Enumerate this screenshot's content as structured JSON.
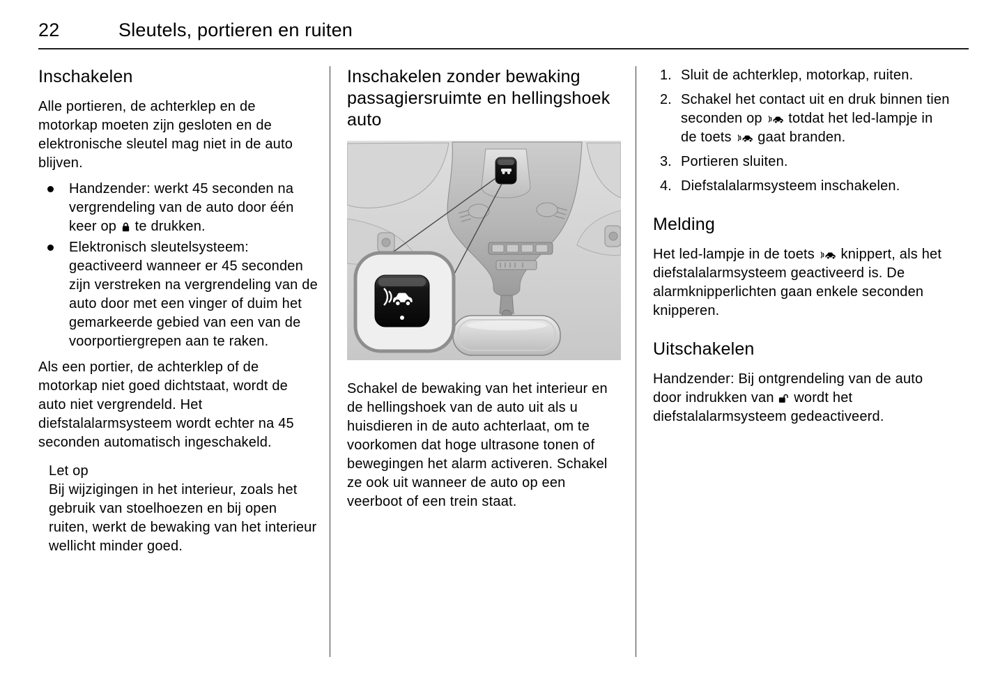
{
  "page": {
    "number": "22",
    "title": "Sleutels, portieren en ruiten"
  },
  "columns": {
    "left": {
      "heading": "Inschakelen",
      "intro": "Alle portieren, de achterklep en de motorkap moeten zijn gesloten en de elektronische sleutel mag niet in de auto blijven.",
      "bullets": [
        {
          "segments": [
            {
              "t": "Handzender: werkt 45 seconden na vergrendeling van de auto door één keer op "
            },
            {
              "icon": "lock"
            },
            {
              "t": " te drukken."
            }
          ]
        },
        {
          "segments": [
            {
              "t": "Elektronisch sleutelsysteem: geactiveerd wanneer er 45 seconden zijn verstreken na vergrendeling van de auto door met een vinger of duim het gemarkeerde gebied van een van de voorportiergrepen aan te raken."
            }
          ]
        }
      ],
      "outro": "Als een portier, de achterklep of de motorkap niet goed dichtstaat, wordt de auto niet vergrendeld. Het diefstalalarmsysteem wordt echter na 45 seconden automatisch ingeschakeld.",
      "note": {
        "title": "Let op",
        "text": "Bij wijzigingen in het interieur, zoals het gebruik van stoelhoezen en bij open ruiten, werkt de bewaking van het interieur wellicht minder goed."
      }
    },
    "middle": {
      "heading": "Inschakelen zonder bewaking passagiersruimte en hellingshoek auto",
      "body": "Schakel de bewaking van het interieur en de hellingshoek van de auto uit als u huisdieren in de auto achterlaat, om te voorkomen dat hoge ultrasone tonen of bewegingen het alarm activeren. Schakel ze ook uit wanneer de auto op een veerboot of een trein staat."
    },
    "right": {
      "steps": [
        {
          "num": "1.",
          "segments": [
            {
              "t": "Sluit de achterklep, motorkap, ruiten."
            }
          ]
        },
        {
          "num": "2.",
          "segments": [
            {
              "t": "Schakel het contact uit en druk binnen tien seconden op "
            },
            {
              "icon": "car-alarm"
            },
            {
              "t": " totdat het led-lampje in de toets "
            },
            {
              "icon": "car-alarm"
            },
            {
              "t": " gaat branden."
            }
          ]
        },
        {
          "num": "3.",
          "segments": [
            {
              "t": "Portieren sluiten."
            }
          ]
        },
        {
          "num": "4.",
          "segments": [
            {
              "t": "Diefstalalarmsysteem inschakelen."
            }
          ]
        }
      ],
      "melding": {
        "heading": "Melding",
        "segments": [
          {
            "t": "Het led-lampje in de toets "
          },
          {
            "icon": "car-alarm"
          },
          {
            "t": " knippert, als het diefstalalarmsysteem geactiveerd is. De alarmknipperlichten gaan enkele seconden knipperen."
          }
        ]
      },
      "uitschakelen": {
        "heading": "Uitschakelen",
        "segments": [
          {
            "t": "Handzender: Bij ontgrendeling van de auto door indrukken van "
          },
          {
            "icon": "unlock"
          },
          {
            "t": " wordt het diefstalalarmsysteem gedeactiveerd."
          }
        ]
      }
    }
  },
  "icons": {
    "lock": "closed-padlock",
    "unlock": "open-padlock",
    "car-alarm": "car-with-signal-waves"
  }
}
